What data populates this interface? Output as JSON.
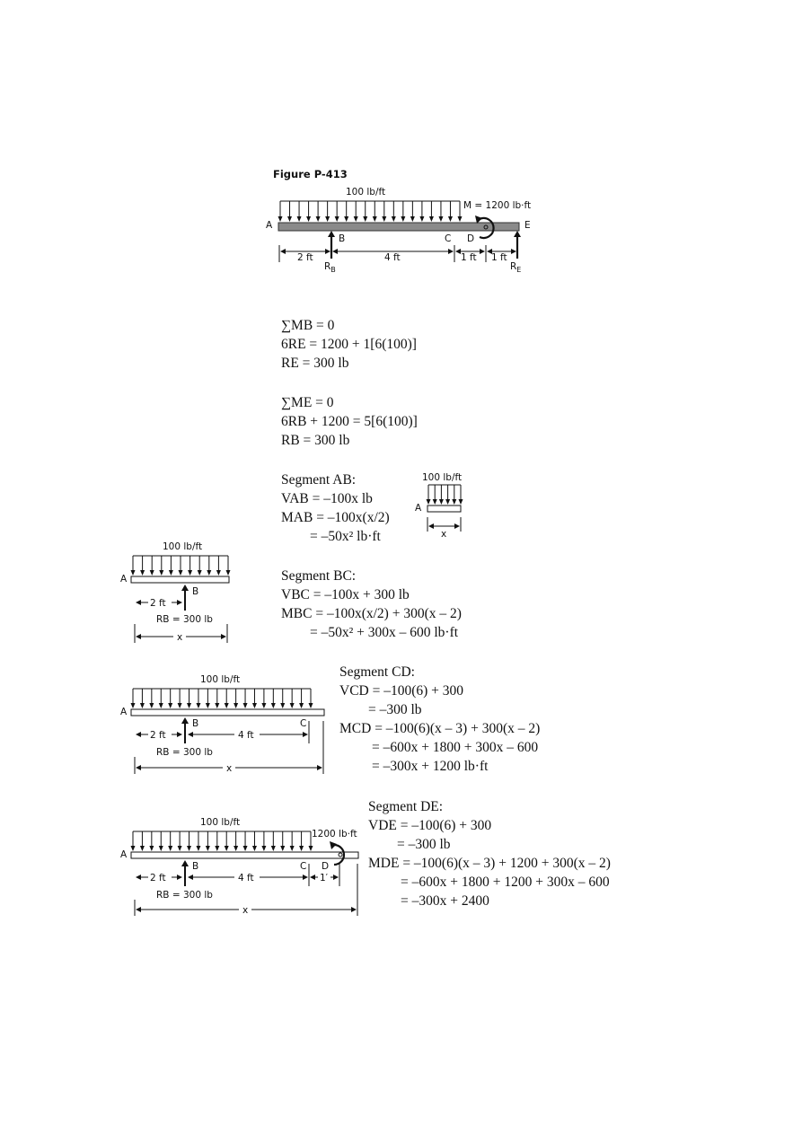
{
  "figure": {
    "title": "Figure P-413",
    "load": "100 lb/ft",
    "moment": "M = 1200 lb·ft",
    "points": [
      "A",
      "B",
      "C",
      "D",
      "E"
    ],
    "dims": [
      "2 ft",
      "4 ft",
      "1 ft",
      "1 ft"
    ],
    "reactions": {
      "rb_main": "R",
      "rb_sub": "B",
      "re_main": "R",
      "re_sub": "E"
    }
  },
  "reactions_eqs": {
    "block1": [
      "∑MB = 0",
      "6RE = 1200 + 1[6(100)]",
      "RE = 300 lb"
    ],
    "block2": [
      "∑ME = 0",
      "6RB + 1200 = 5[6(100)]",
      "RB = 300 lb"
    ]
  },
  "segment_ab": {
    "title": "Segment AB:",
    "lines": [
      "VAB = –100x lb",
      "MAB = –100x(x/2)",
      "= –50x² lb·ft"
    ],
    "fbd": {
      "load": "100 lb/ft",
      "a": "A",
      "x": "x"
    }
  },
  "segment_bc": {
    "title": "Segment BC:",
    "lines": [
      "VBC = –100x + 300 lb",
      "MBC = –100x(x/2) + 300(x – 2)",
      "= –50x² + 300x – 600  lb·ft"
    ],
    "fbd": {
      "load": "100 lb/ft",
      "a": "A",
      "b": "B",
      "dim": "2 ft",
      "rb": "RB = 300 lb",
      "x": "x"
    }
  },
  "segment_cd": {
    "title": "Segment CD:",
    "lines": [
      "VCD = –100(6) + 300",
      "= –300 lb",
      "MCD = –100(6)(x – 3) + 300(x – 2)",
      "= –600x + 1800 + 300x – 600",
      "= –300x + 1200 lb·ft"
    ],
    "fbd": {
      "load": "100 lb/ft",
      "a": "A",
      "b": "B",
      "c": "C",
      "dim1": "2 ft",
      "dim2": "4 ft",
      "rb": "RB = 300 lb",
      "x": "x"
    }
  },
  "segment_de": {
    "title": "Segment DE:",
    "lines": [
      "VDE = –100(6) + 300",
      "= –300 lb",
      "MDE = –100(6)(x – 3) + 1200 + 300(x – 2)",
      "= –600x + 1800 + 1200 + 300x – 600",
      "= –300x + 2400"
    ],
    "fbd": {
      "load": "100 lb/ft",
      "moment": "1200 lb·ft",
      "a": "A",
      "b": "B",
      "c": "C",
      "d": "D",
      "dim1": "2 ft",
      "dim2": "4 ft",
      "dim3": "1′",
      "rb": "RB = 300 lb",
      "x": "x"
    }
  }
}
